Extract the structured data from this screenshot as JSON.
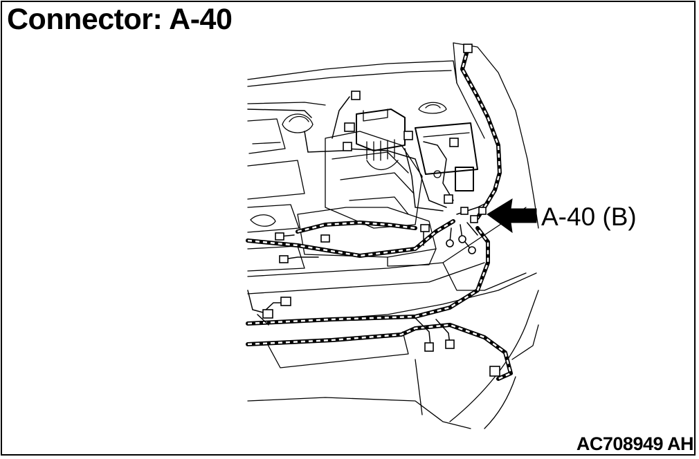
{
  "title": "Connector: A-40",
  "callout_label": "A-40 (B)",
  "figure_code": "AC708949 AH",
  "colors": {
    "line": "#000000",
    "background": "#ffffff"
  },
  "icons": {
    "pointer": "arrow-left-icon"
  }
}
